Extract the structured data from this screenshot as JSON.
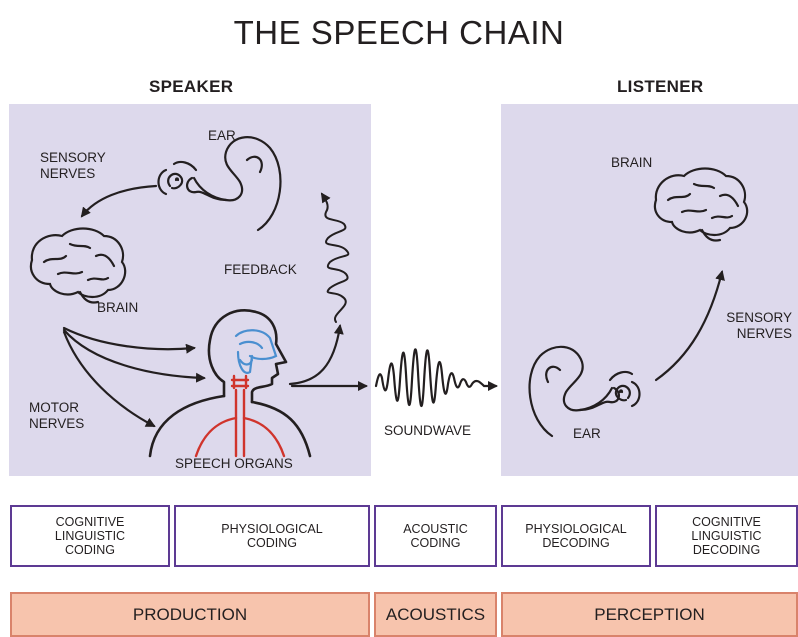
{
  "title": "THE SPEECH CHAIN",
  "speaker": {
    "heading": "SPEAKER",
    "labels": {
      "ear": "EAR",
      "sensory_nerves": "SENSORY\nNERVES",
      "brain": "BRAIN",
      "feedback": "FEEDBACK",
      "motor_nerves": "MOTOR\nNERVES",
      "speech_organs": "SPEECH ORGANS"
    }
  },
  "soundwave_label": "SOUNDWAVE",
  "listener": {
    "heading": "LISTENER",
    "labels": {
      "brain": "BRAIN",
      "sensory_nerves": "SENSORY\nNERVES",
      "ear": "EAR"
    }
  },
  "stages": [
    "COGNITIVE\nLINGUISTIC\nCODING",
    "PHYSIOLOGICAL\nCODING",
    "ACOUSTIC\nCODING",
    "PHYSIOLOGICAL\nDECODING",
    "COGNITIVE\nLINGUISTIC\nDECODING"
  ],
  "phases": [
    "PRODUCTION",
    "ACOUSTICS",
    "PERCEPTION"
  ],
  "colors": {
    "panel": "#ddd9ec",
    "stage_border": "#5d3a93",
    "phase_fill": "#f7c4ad",
    "phase_border": "#d9836b",
    "airway": "#4a8fd0",
    "lungs": "#d0342c"
  }
}
